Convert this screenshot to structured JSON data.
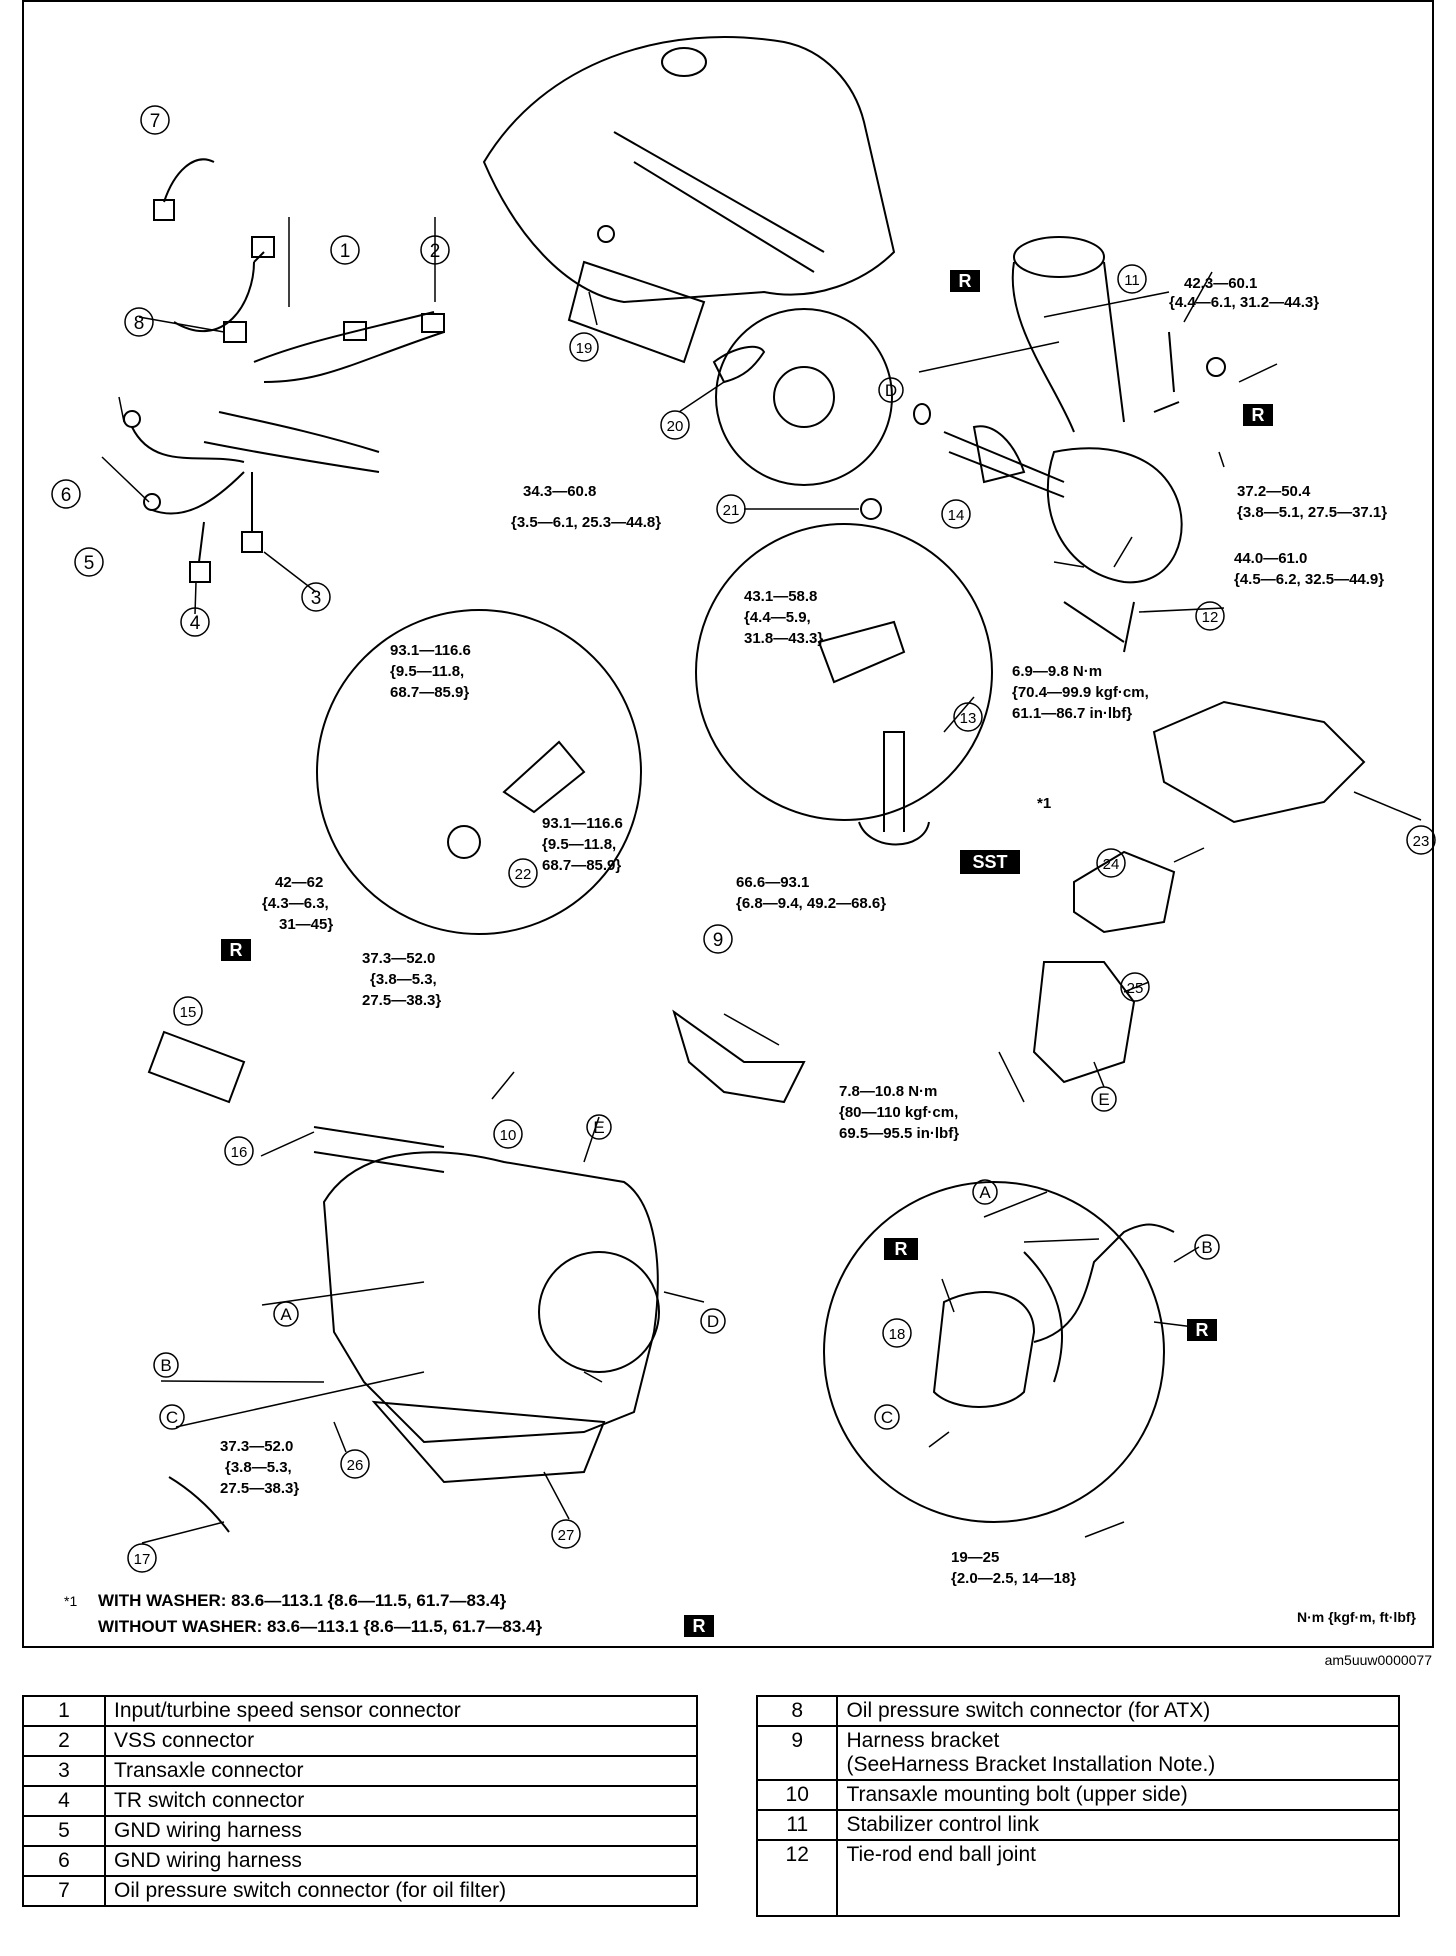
{
  "torques": {
    "t11": [
      "42.3—60.1",
      "{4.4—6.1, 31.2—44.3}"
    ],
    "t21": [
      "34.3—60.8",
      "{3.5—6.1, 25.3—44.8}"
    ],
    "t12": [
      "37.2—50.4",
      "{3.8—5.1, 27.5—37.1}"
    ],
    "t23": [
      "44.0—61.0",
      "{4.5—6.2, 32.5—44.9}"
    ],
    "t13": [
      "43.1—58.8",
      "{4.4—5.9,",
      "31.8—43.3}"
    ],
    "t22a": [
      "93.1—116.6",
      "{9.5—11.8,",
      "68.7—85.9}"
    ],
    "t22b": [
      "93.1—116.6",
      "{9.5—11.8,",
      "68.7—85.9}"
    ],
    "t_bracket": [
      "6.9—9.8 N·m",
      "{70.4—99.9 kgf·cm,",
      "61.1—86.7 in·lbf}"
    ],
    "t24": [
      "66.6—93.1",
      "{6.8—9.4, 49.2—68.6}"
    ],
    "t16": [
      "42—62",
      "{4.3—6.3,",
      "31—45}"
    ],
    "t10": [
      "37.3—52.0",
      "{3.8—5.3,",
      "27.5—38.3}"
    ],
    "t9": [
      "7.8—10.8 N·m",
      "{80—110 kgf·cm,",
      "69.5—95.5 in·lbf}"
    ],
    "t26": [
      "37.3—52.0",
      "{3.8—5.3,",
      "27.5—38.3}"
    ],
    "t_cooler": [
      "19—25",
      "{2.0—2.5, 14—18}"
    ]
  },
  "badges": {
    "replace": "R",
    "sst": "SST"
  },
  "star_ref": "*1",
  "footnotes": {
    "marker": "*1",
    "with_washer": "WITH WASHER: 83.6—113.1 {8.6—11.5, 61.7—83.4}",
    "without_washer": "WITHOUT WASHER: 83.6—113.1 {8.6—11.5, 61.7—83.4}",
    "units": "N·m {kgf·m, ft·lbf}"
  },
  "image_code": "am5uuw0000077",
  "callouts": [
    "1",
    "2",
    "3",
    "4",
    "5",
    "6",
    "7",
    "8",
    "9",
    "10",
    "11",
    "12",
    "13",
    "14",
    "15",
    "16",
    "17",
    "18",
    "19",
    "20",
    "21",
    "22",
    "23",
    "24",
    "25",
    "26",
    "27"
  ],
  "letters": [
    "A",
    "B",
    "C",
    "D",
    "E"
  ],
  "legend_left": [
    {
      "num": "1",
      "desc": "Input/turbine speed sensor connector"
    },
    {
      "num": "2",
      "desc": "VSS connector"
    },
    {
      "num": "3",
      "desc": "Transaxle connector"
    },
    {
      "num": "4",
      "desc": "TR switch connector"
    },
    {
      "num": "5",
      "desc": "GND wiring harness"
    },
    {
      "num": "6",
      "desc": "GND wiring harness"
    },
    {
      "num": "7",
      "desc": "Oil pressure switch connector (for oil filter)"
    }
  ],
  "legend_right": [
    {
      "num": "8",
      "desc": "Oil pressure switch connector (for ATX)"
    },
    {
      "num": "9",
      "desc": "Harness bracket",
      "desc2": "(SeeHarness Bracket Installation Note.)"
    },
    {
      "num": "10",
      "desc": "Transaxle mounting bolt (upper side)"
    },
    {
      "num": "11",
      "desc": "Stabilizer control link"
    },
    {
      "num": "12",
      "desc": "Tie-rod end ball joint"
    }
  ]
}
